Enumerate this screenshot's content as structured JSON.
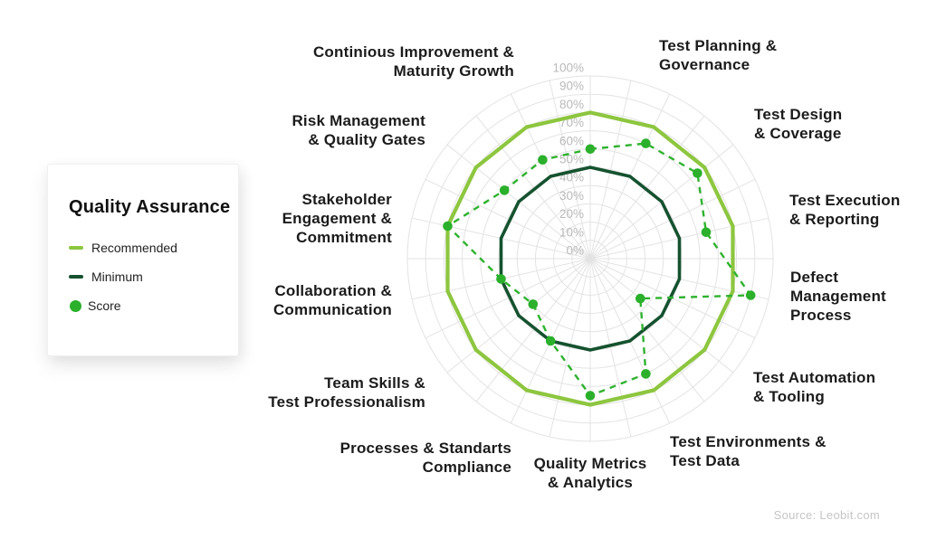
{
  "page": {
    "background": "#ffffff"
  },
  "legend": {
    "title": "Quality Assurance",
    "items": [
      {
        "label": "Recommended",
        "swatch": "line",
        "color": "#8dc63f"
      },
      {
        "label": "Minimum",
        "swatch": "line",
        "color": "#15522f"
      },
      {
        "label": "Score",
        "swatch": "dot",
        "color": "#2bb02b"
      }
    ]
  },
  "chart_data": {
    "type": "radar",
    "start_angle_deg": 90,
    "direction": "clockwise",
    "categories": [
      "",
      "Test Planning &\nGovernance",
      "Test Design\n& Coverage",
      "Test Execution\n& Reporting",
      "Defect\nManagement\nProcess",
      "Test Automation\n& Tooling",
      "Test Environments &\nTest Data",
      "Quality Metrics\n& Analytics",
      "Processes & Standarts\nCompliance",
      "Team Skills &\nTest Professionalism",
      "Collaboration &\nCommunication",
      "Stakeholder\nEngagement &\nCommitment",
      "Risk Management\n& Quality Gates",
      "Continious Improvement &\nMaturity Growth"
    ],
    "series": [
      {
        "name": "Recommended",
        "style": "solid",
        "color": "#8dc63f",
        "values": [
          80,
          80,
          80,
          80,
          80,
          80,
          80,
          80,
          80,
          80,
          80,
          80,
          80,
          80
        ]
      },
      {
        "name": "Minimum",
        "style": "solid",
        "color": "#15522f",
        "values": [
          50,
          50,
          50,
          50,
          50,
          50,
          50,
          50,
          50,
          50,
          50,
          50,
          50,
          50
        ]
      },
      {
        "name": "Score",
        "style": "dashed-dots",
        "color": "#2eb22e",
        "dot_color": "#2bb02b",
        "values": [
          60,
          70,
          75,
          65,
          90,
          35,
          70,
          75,
          50,
          40,
          50,
          80,
          60,
          60
        ]
      }
    ],
    "radial_axis": {
      "min": 0,
      "max": 100,
      "tick_step": 10,
      "tick_labels": [
        "0%",
        "10%",
        "20%",
        "30%",
        "40%",
        "50%",
        "60%",
        "70%",
        "80%",
        "90%",
        "100%"
      ],
      "tick_color": "#b9b9b9"
    },
    "grid": {
      "rings": 10,
      "spokes": 28,
      "color": "#e3e3e3",
      "legend_position": "left"
    }
  },
  "footer": {
    "source": "Source: Leobit.com"
  }
}
